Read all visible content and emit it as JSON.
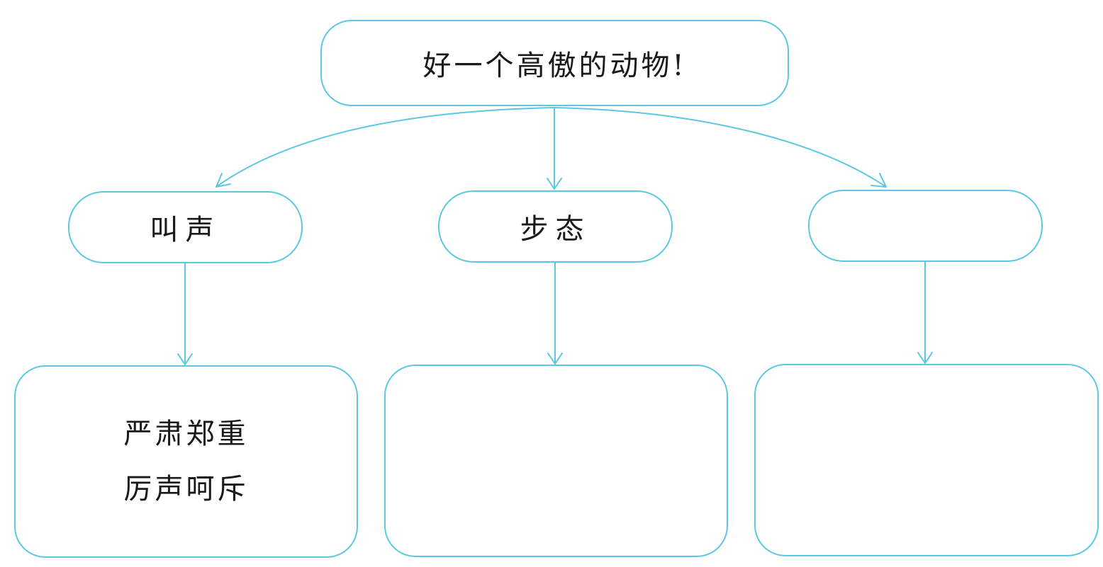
{
  "colors": {
    "stroke": "#5cc8e0",
    "text": "#1a1a1a",
    "background": "#ffffff"
  },
  "root": {
    "label": "好一个高傲的动物!"
  },
  "branches": [
    {
      "label": "叫声",
      "details": [
        "严肃郑重",
        "厉声呵斥"
      ]
    },
    {
      "label": "步态",
      "details": []
    },
    {
      "label": "",
      "details": []
    }
  ]
}
